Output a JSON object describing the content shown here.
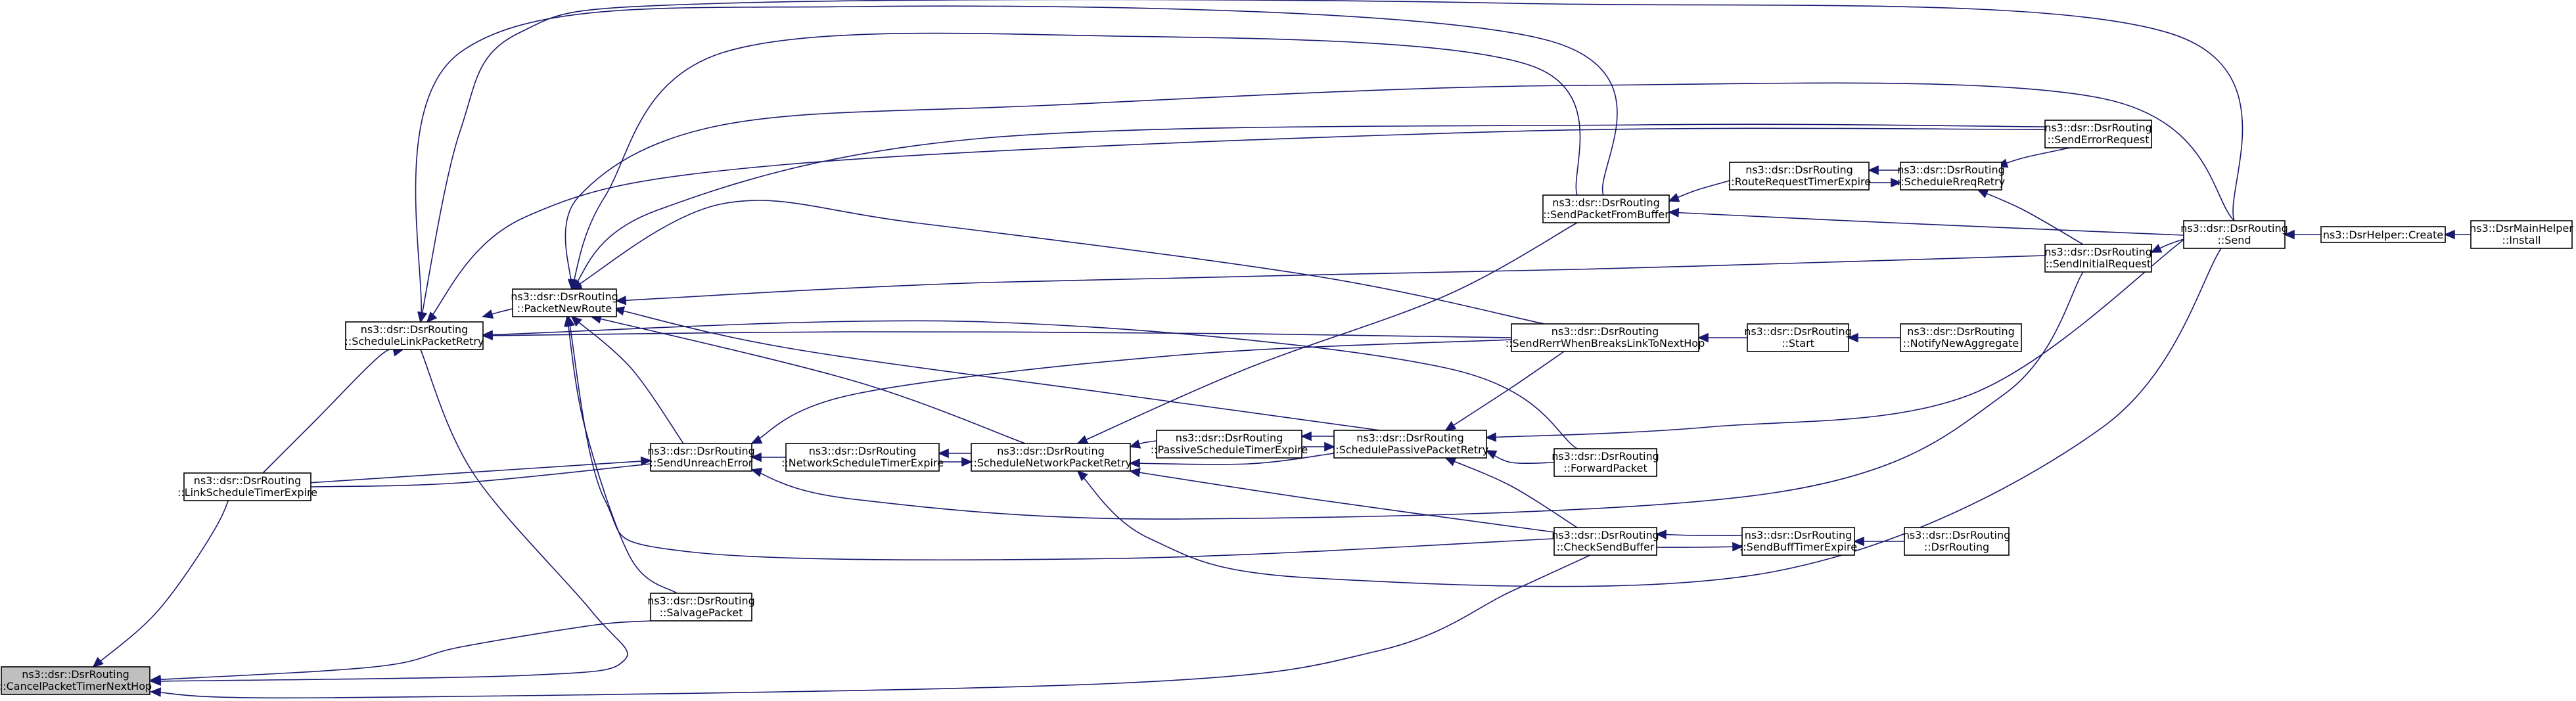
{
  "diagram": {
    "colors": {
      "edge": "#191970",
      "node_border": "#000000",
      "node_fill": "#ffffff",
      "root_fill": "#bfbfbf",
      "background": "#ffffff"
    },
    "nodes": [
      {
        "id": "cancel",
        "line1": "ns3::dsr::DsrRouting",
        "line2": "::CancelPacketTimerNextHop",
        "root": true
      },
      {
        "id": "lste",
        "line1": "ns3::dsr::DsrRouting",
        "line2": "::LinkScheduleTimerExpire"
      },
      {
        "id": "slpr",
        "line1": "ns3::dsr::DsrRouting",
        "line2": "::ScheduleLinkPacketRetry"
      },
      {
        "id": "pnr",
        "line1": "ns3::dsr::DsrRouting",
        "line2": "::PacketNewRoute"
      },
      {
        "id": "sue",
        "line1": "ns3::dsr::DsrRouting",
        "line2": "::SendUnreachError"
      },
      {
        "id": "salv",
        "line1": "ns3::dsr::DsrRouting",
        "line2": "::SalvagePacket"
      },
      {
        "id": "nste",
        "line1": "ns3::dsr::DsrRouting",
        "line2": "::NetworkScheduleTimerExpire"
      },
      {
        "id": "snpr",
        "line1": "ns3::dsr::DsrRouting",
        "line2": "::ScheduleNetworkPacketRetry"
      },
      {
        "id": "pste",
        "line1": "ns3::dsr::DsrRouting",
        "line2": "::PassiveScheduleTimerExpire"
      },
      {
        "id": "sppr",
        "line1": "ns3::dsr::DsrRouting",
        "line2": "::SchedulePassivePacketRetry"
      },
      {
        "id": "spfb",
        "line1": "ns3::dsr::DsrRouting",
        "line2": "::SendPacketFromBuffer"
      },
      {
        "id": "srwb",
        "line1": "ns3::dsr::DsrRouting",
        "line2": "::SendRerrWhenBreaksLinkToNextHop"
      },
      {
        "id": "fwd",
        "line1": "ns3::dsr::DsrRouting",
        "line2": "::ForwardPacket"
      },
      {
        "id": "csb",
        "line1": "ns3::dsr::DsrRouting",
        "line2": "::CheckSendBuffer"
      },
      {
        "id": "rrte",
        "line1": "ns3::dsr::DsrRouting",
        "line2": "::RouteRequestTimerExpire"
      },
      {
        "id": "start",
        "line1": "ns3::dsr::DsrRouting",
        "line2": "::Start"
      },
      {
        "id": "sbte",
        "line1": "ns3::dsr::DsrRouting",
        "line2": "::SendBuffTimerExpire"
      },
      {
        "id": "srr",
        "line1": "ns3::dsr::DsrRouting",
        "line2": "::ScheduleRreqRetry"
      },
      {
        "id": "nna",
        "line1": "ns3::dsr::DsrRouting",
        "line2": "::NotifyNewAggregate"
      },
      {
        "id": "ctor",
        "line1": "ns3::dsr::DsrRouting",
        "line2": "::DsrRouting"
      },
      {
        "id": "ser",
        "line1": "ns3::dsr::DsrRouting",
        "line2": "::SendErrorRequest"
      },
      {
        "id": "sir",
        "line1": "ns3::dsr::DsrRouting",
        "line2": "::SendInitialRequest"
      },
      {
        "id": "send",
        "line1": "ns3::dsr::DsrRouting",
        "line2": "::Send"
      },
      {
        "id": "hcreate",
        "line1": "ns3::DsrHelper::Create",
        "line2": ""
      },
      {
        "id": "install",
        "line1": "ns3::DsrMainHelper",
        "line2": "::Install"
      }
    ],
    "edges": [
      {
        "from": "lste",
        "to": "cancel"
      },
      {
        "from": "slpr",
        "to": "cancel"
      },
      {
        "from": "salv",
        "to": "cancel"
      },
      {
        "from": "csb",
        "to": "cancel"
      },
      {
        "from": "lste",
        "to": "slpr"
      },
      {
        "from": "pnr",
        "to": "slpr"
      },
      {
        "from": "srwb",
        "to": "slpr"
      },
      {
        "from": "fwd",
        "to": "slpr"
      },
      {
        "from": "spfb",
        "to": "slpr"
      },
      {
        "from": "ser",
        "to": "slpr"
      },
      {
        "from": "send",
        "to": "slpr"
      },
      {
        "from": "lste",
        "to": "sue"
      },
      {
        "from": "sue",
        "to": "pnr"
      },
      {
        "from": "salv",
        "to": "pnr"
      },
      {
        "from": "snpr",
        "to": "pnr"
      },
      {
        "from": "sppr",
        "to": "pnr"
      },
      {
        "from": "spfb",
        "to": "pnr"
      },
      {
        "from": "ser",
        "to": "pnr"
      },
      {
        "from": "srwb",
        "to": "pnr"
      },
      {
        "from": "csb",
        "to": "pnr"
      },
      {
        "from": "sir",
        "to": "pnr"
      },
      {
        "from": "send",
        "to": "pnr"
      },
      {
        "from": "nste",
        "to": "sue"
      },
      {
        "from": "srwb",
        "to": "sue"
      },
      {
        "from": "sir",
        "to": "sue"
      },
      {
        "from": "snpr",
        "to": "nste"
      },
      {
        "from": "nste",
        "to": "snpr"
      },
      {
        "from": "pste",
        "to": "snpr"
      },
      {
        "from": "sppr",
        "to": "snpr"
      },
      {
        "from": "spfb",
        "to": "snpr"
      },
      {
        "from": "csb",
        "to": "snpr"
      },
      {
        "from": "send",
        "to": "snpr"
      },
      {
        "from": "sppr",
        "to": "pste"
      },
      {
        "from": "pste",
        "to": "sppr"
      },
      {
        "from": "fwd",
        "to": "sppr"
      },
      {
        "from": "srwb",
        "to": "sppr"
      },
      {
        "from": "csb",
        "to": "sppr"
      },
      {
        "from": "send",
        "to": "sppr"
      },
      {
        "from": "rrte",
        "to": "spfb"
      },
      {
        "from": "send",
        "to": "spfb"
      },
      {
        "from": "start",
        "to": "srwb"
      },
      {
        "from": "nna",
        "to": "start"
      },
      {
        "from": "sbte",
        "to": "csb"
      },
      {
        "from": "csb",
        "to": "sbte"
      },
      {
        "from": "ctor",
        "to": "sbte"
      },
      {
        "from": "srr",
        "to": "rrte"
      },
      {
        "from": "rrte",
        "to": "srr"
      },
      {
        "from": "sir",
        "to": "srr"
      },
      {
        "from": "ser",
        "to": "srr"
      },
      {
        "from": "send",
        "to": "sir"
      },
      {
        "from": "hcreate",
        "to": "send"
      },
      {
        "from": "install",
        "to": "hcreate"
      }
    ]
  }
}
